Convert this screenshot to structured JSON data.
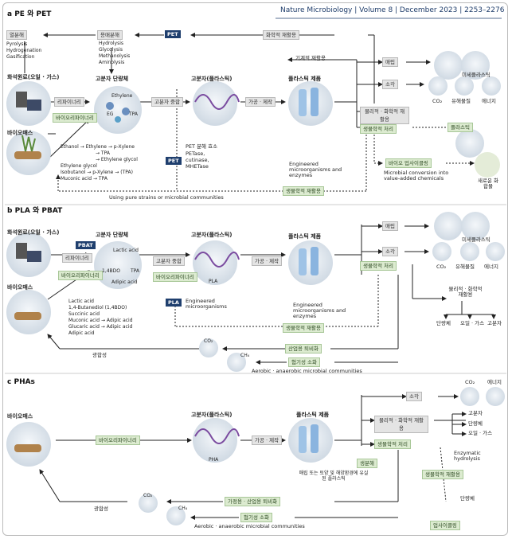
{
  "header": {
    "journal": "Nature Microbiology | Volume 8 | December 2023 | 2253–2276"
  },
  "section_a": {
    "title": "a  PE 와  PET",
    "pyrolysis": "열분해",
    "pyrolysis_list": [
      "Pyrolysis",
      "Hydrogenation",
      "Gasification"
    ],
    "solvolysis": "용매분해",
    "solvolysis_list": [
      "Hydrolysis",
      "Glycolysis",
      "Methanolysis",
      "Aminolysis"
    ],
    "pet_tag": "PET",
    "chem_recycle": "화학적 재활용",
    "mech_recycle": "기계적 재활용",
    "landfill": "매립",
    "microplastic": "미세플라스틱",
    "incineration": "소각",
    "co2": "CO₂",
    "toxic": "유해물질",
    "energy": "에너지",
    "fossil": "화석원료(오일 · 가스)",
    "refinery": "리파이너리",
    "biorefinery": "바이오리파이너리",
    "biomass": "바이오매스",
    "monomer": "고분자 단량체",
    "ethylene": "Ethylene",
    "eg": "EG",
    "tpa": "TPA",
    "polymerize": "고분자 중합",
    "polymer": "고분자(플라스틱)",
    "process": "가공 · 제작",
    "product": "플라스틱 제품",
    "phys_chem": "물리적 · 화학적 재활용",
    "bio_treat": "생물학적 처리",
    "plastic": "플라스틱",
    "upcycle": "바이오 업사이클링",
    "new_compounds": "새로운 화합물",
    "microbial_conv": "Microbial conversion into value-added chemicals",
    "enzymes_title": "PET 분해 효소",
    "enzymes": [
      "PETase,",
      "cutinase,",
      "MHETase"
    ],
    "eng_micro": "Engineered microorganisms and enzymes",
    "bio_recycle": "생물학적 재활용",
    "pathways": [
      "Ethanol → Ethylene → p-Xylene",
      "→ TPA",
      "→ Ethylene glycol",
      "Ethylene glycol",
      "Isobutanol → p-Xylene → (TPA)",
      "Muconic acid → TPA"
    ],
    "pet_tag2": "PET",
    "pure_strains": "Using pure strains or microbial communities"
  },
  "section_b": {
    "title": "b  PLA 와  PBAT",
    "fossil": "화석원료(오일 · 가스)",
    "pbat_tag": "PBAT",
    "refinery": "리파이너리",
    "biorefinery": "바이오리파이너리",
    "biomass": "바이오매스",
    "monomer": "고분자 단량체",
    "lactic": "Lactic acid",
    "bdo": "1,4BDO",
    "tpa": "TPA",
    "adipic": "Adipic acid",
    "polymerize": "고분자 중합",
    "biorefinery2": "바이오리파이너리",
    "polymer": "고분자(플라스틱)",
    "pla": "PLA",
    "pla_tag": "PLA",
    "eng_micro_short": "Engineered microorganisms",
    "process": "가공 · 제작",
    "product": "플라스틱 제품",
    "landfill": "매립",
    "microplastic": "미세플라스틱",
    "incineration": "소각",
    "bio_treat": "생물학적 처리",
    "co2": "CO₂",
    "toxic": "유해물질",
    "energy": "에너지",
    "phys_chem": "물리적 · 화학적 재활용",
    "outputs": [
      "단량체",
      "오일 · 가스",
      "고분자"
    ],
    "eng_micro": "Engineered microorganisms and enzymes",
    "bio_recycle": "생물학적 재활용",
    "pathways": [
      "Lactic acid",
      "1,4-Butanediol (1,4BDO)",
      "Succinic acid",
      "Muconic acid → Adipic acid",
      "Glucaric acid → Adipic acid",
      "Adipic acid"
    ],
    "industrial_compost": "산업용 퇴비화",
    "photosynthesis": "광합성",
    "co2_mol": "CO₂",
    "ch4_mol": "CH₄",
    "anaerobic": "혐기성 소화",
    "aerobic": "Aerobic · anaerobic microbial communities"
  },
  "section_c": {
    "title": "c  PHAs",
    "biomass": "바이오매스",
    "biorefinery": "바이오리파이너리",
    "polymer": "고분자(플라스틱)",
    "pha": "PHA",
    "process": "가공 · 제작",
    "product": "플라스틱 제품",
    "incineration": "소각",
    "co2": "CO₂",
    "energy": "에너지",
    "phys_chem": "물리적 · 화학적 재활용",
    "outputs": [
      "고분자",
      "단량체",
      "오일 · 가스"
    ],
    "bio_treat": "생물학적 처리",
    "biodegrade": "생분해",
    "enzymatic": "Enzymatic hydrolysis",
    "landfill_note": "매립 또는 토양 및 해양환경에 유실된 플라스틱",
    "bio_recycle": "생물학적 재활용",
    "monomer_dot": "단량체",
    "upcycle": "업사이클링",
    "compost": "가정용 · 산업용 퇴비화",
    "photosynthesis": "광합성",
    "co2_mol": "CO₂",
    "ch4_mol": "CH₄",
    "anaerobic": "혐기성 소화",
    "aerobic": "Aerobic · anaerobic microbial communities"
  },
  "colors": {
    "navy": "#1f3f6e",
    "green_box": "#dcebd0",
    "gray_box": "#e4e4e4",
    "icon_bg": "#dde6ef"
  }
}
